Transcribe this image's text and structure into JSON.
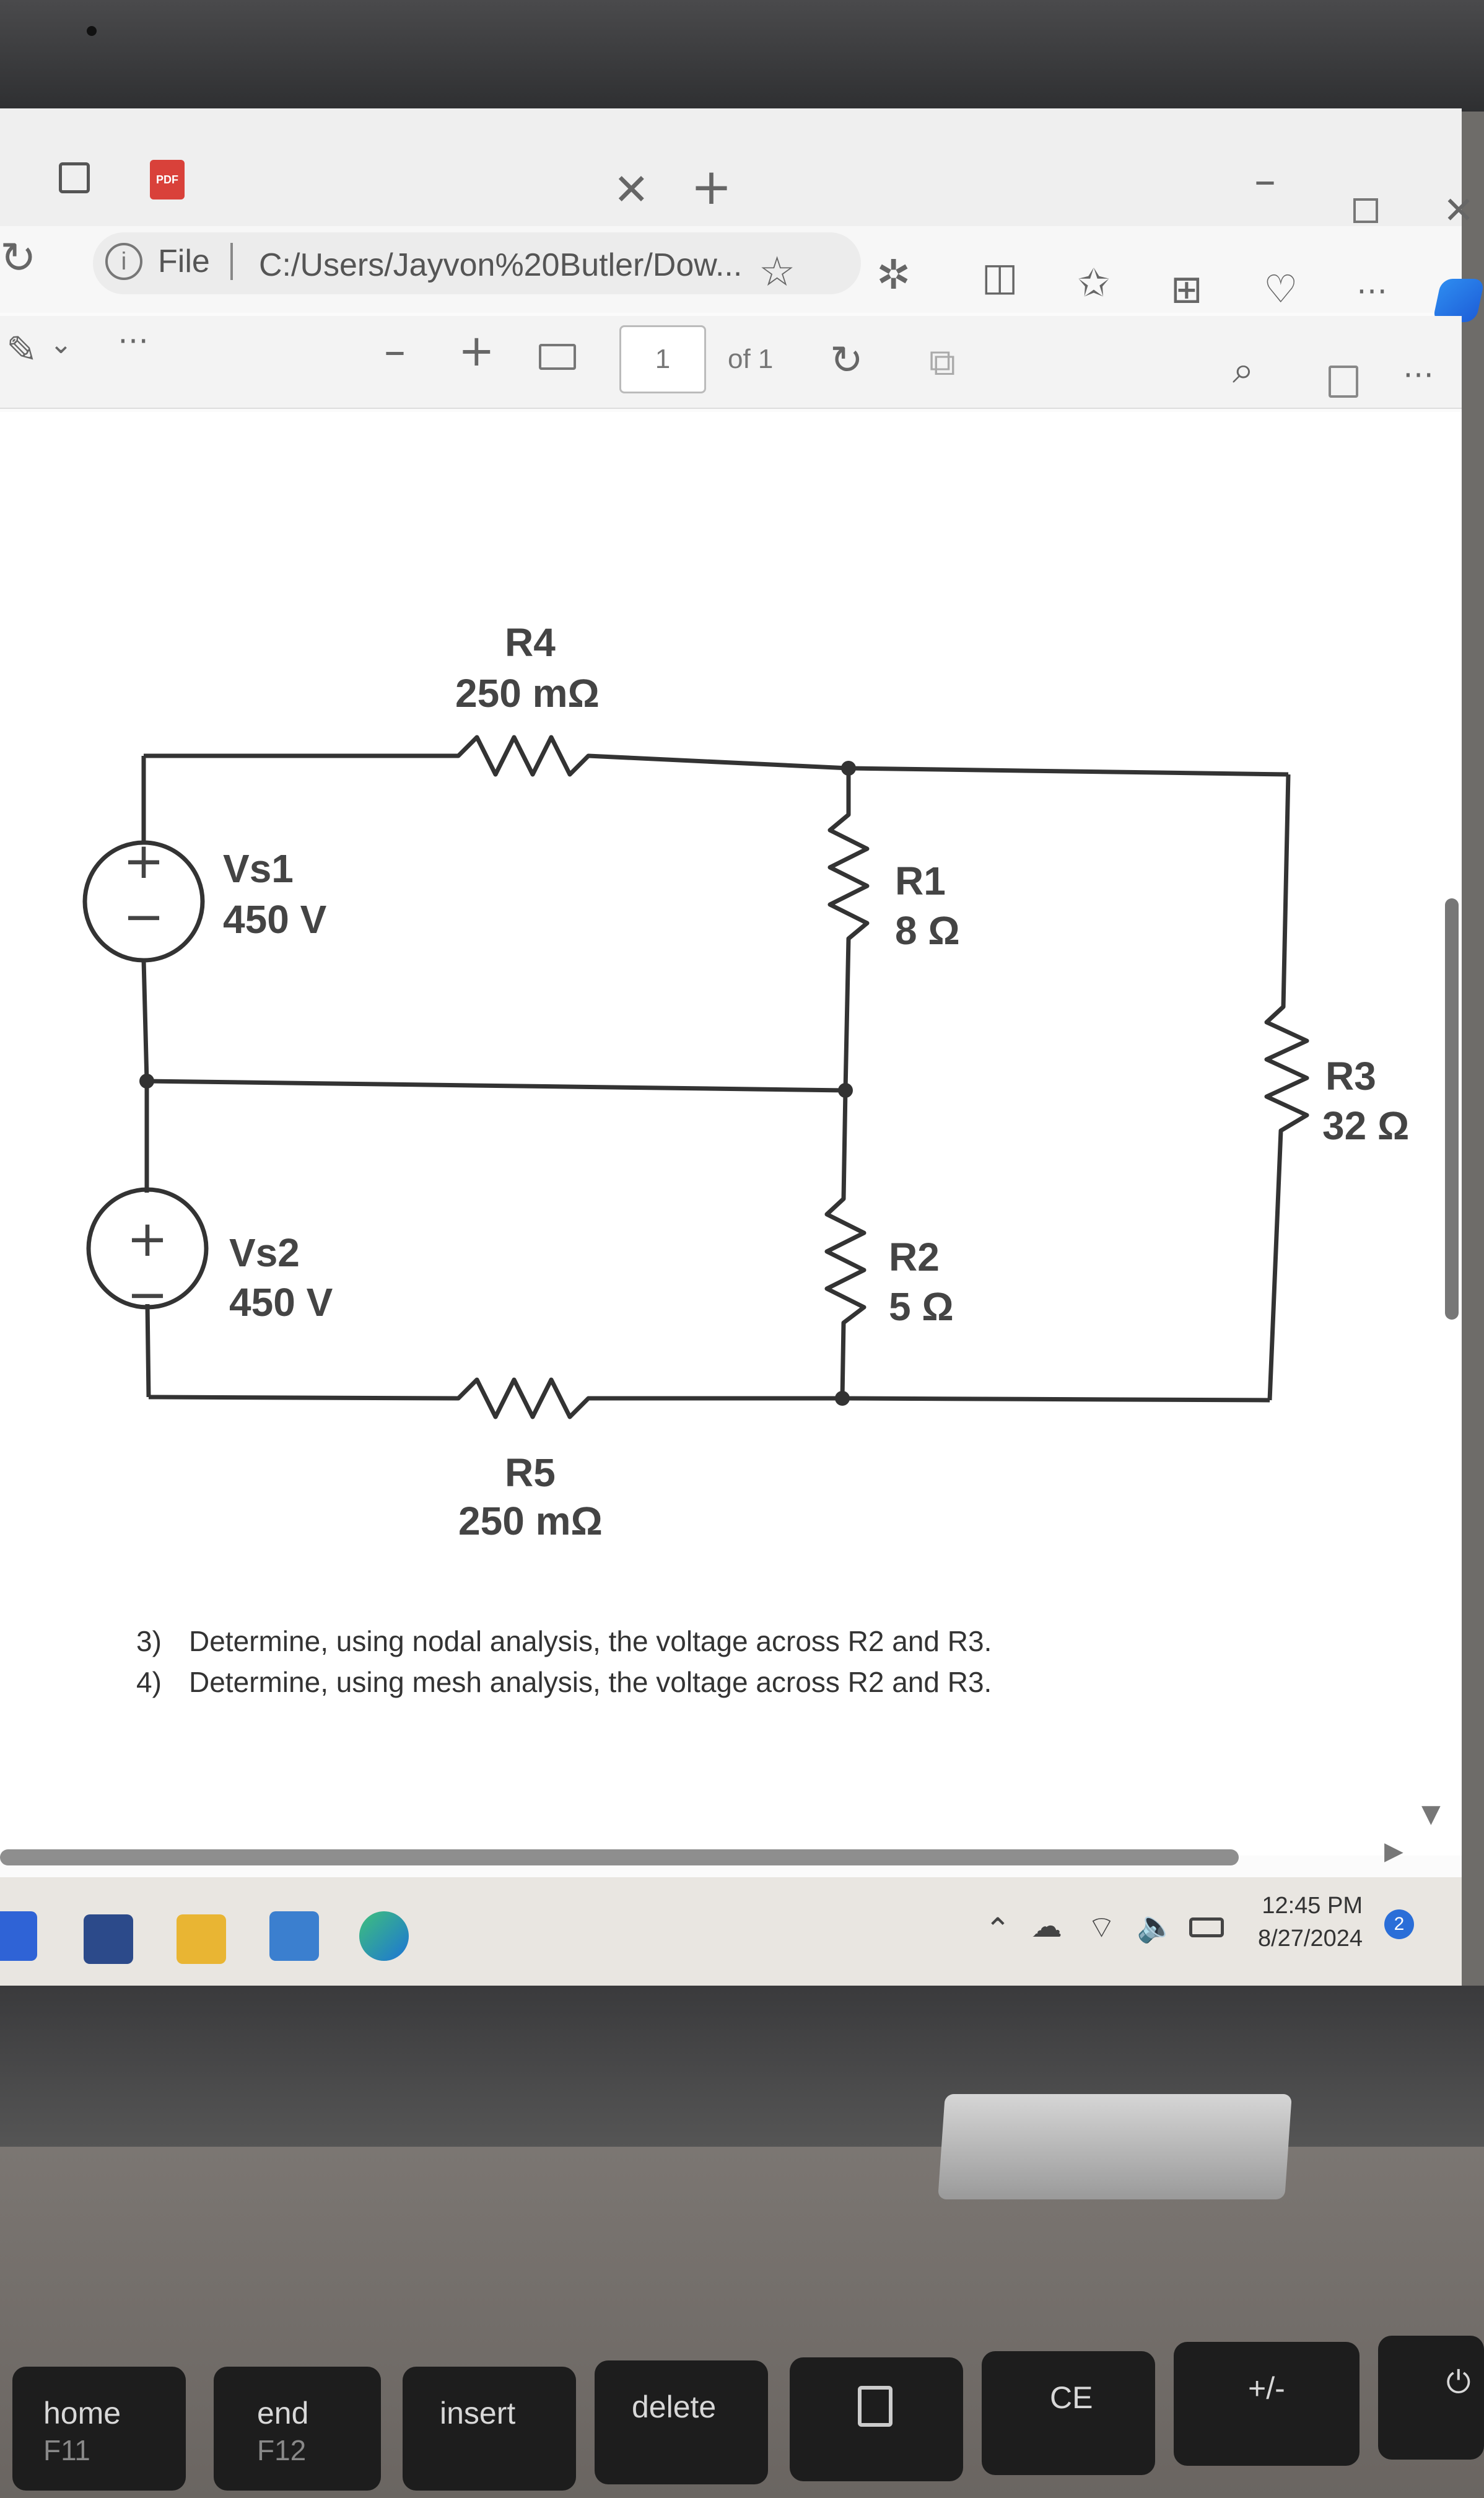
{
  "browser": {
    "url_prefix": "File",
    "url": "C:/Users/Jayvon%20Butler/Dow...",
    "page_number": "1",
    "page_total": "of 1"
  },
  "circuit": {
    "r4": {
      "name": "R4",
      "value": "250 mΩ"
    },
    "r5": {
      "name": "R5",
      "value": "250 mΩ"
    },
    "r1": {
      "name": "R1",
      "value": "8 Ω"
    },
    "r2": {
      "name": "R2",
      "value": "5 Ω"
    },
    "r3": {
      "name": "R3",
      "value": "32 Ω"
    },
    "vs1": {
      "name": "Vs1",
      "value": "450 V"
    },
    "vs2": {
      "name": "Vs2",
      "value": "450 V"
    }
  },
  "problems": [
    {
      "num": "3)",
      "text": "Determine, using nodal analysis, the voltage across R2 and R3."
    },
    {
      "num": "4)",
      "text": "Determine, using mesh analysis, the voltage across R2 and R3."
    }
  ],
  "taskbar": {
    "time": "12:45 PM",
    "date": "8/27/2024",
    "notifications": "2"
  },
  "keyboard": {
    "keys": [
      {
        "label": "home",
        "sub": "F11"
      },
      {
        "label": "end",
        "sub": "F12"
      },
      {
        "label": "insert",
        "sub": ""
      },
      {
        "label": "delete",
        "sub": ""
      },
      {
        "label": "",
        "sub": ""
      },
      {
        "label": "CE",
        "sub": ""
      },
      {
        "label": "+/-",
        "sub": ""
      }
    ]
  },
  "icons": [
    "tab-icon",
    "pdf-icon",
    "close-icon",
    "plus-icon",
    "info-icon",
    "star-icon",
    "extension-icon",
    "split-icon",
    "favorites-icon",
    "collections-icon",
    "health-icon",
    "more-icon",
    "copilot-icon",
    "zoom-out-icon",
    "zoom-in-icon",
    "fit-icon",
    "rotate-icon",
    "search-icon",
    "save-icon",
    "minimize-icon",
    "maximize-icon",
    "calculator-icon",
    "power-icon"
  ]
}
